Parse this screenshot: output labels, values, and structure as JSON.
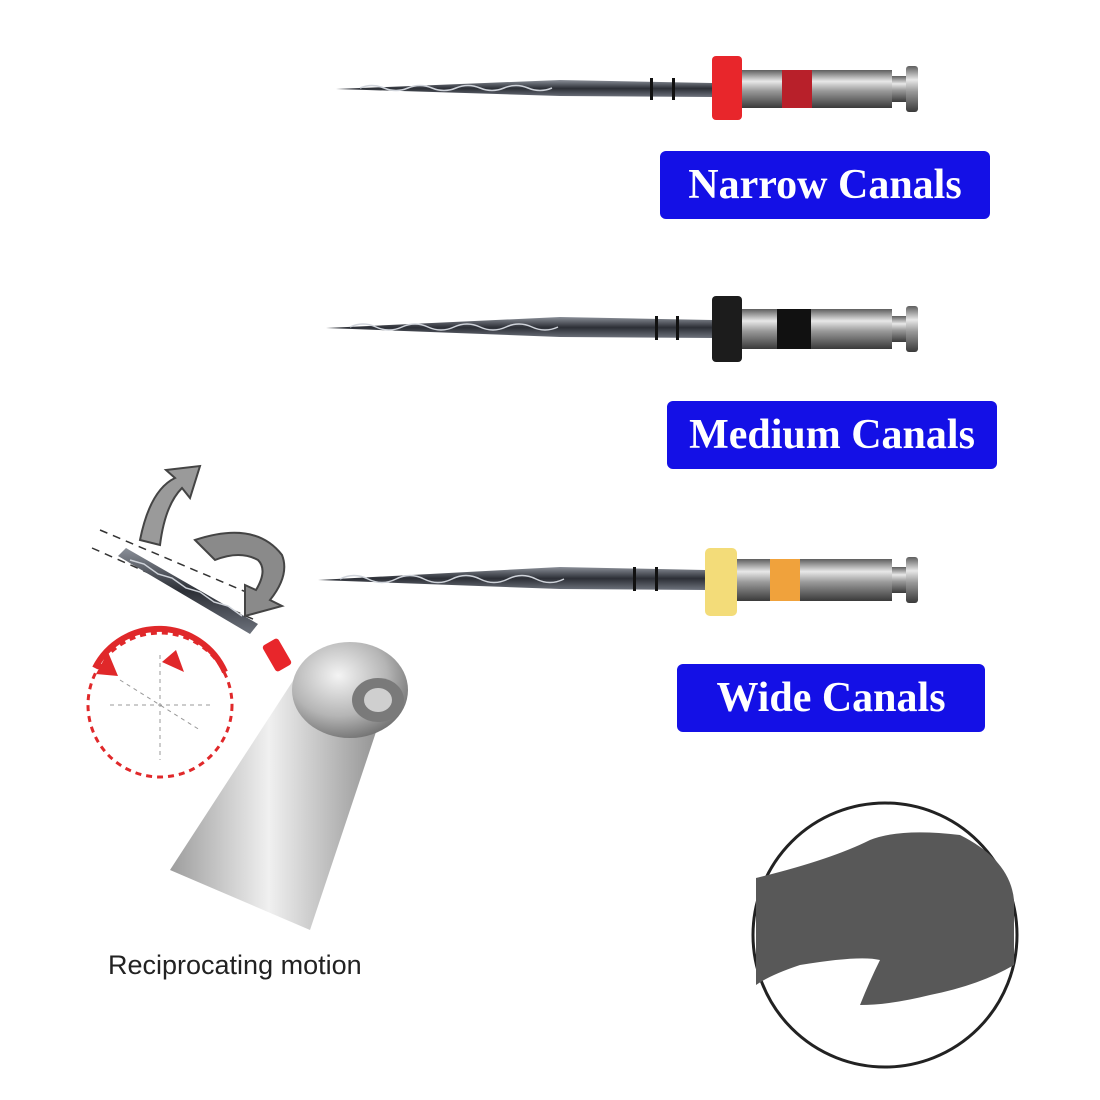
{
  "labels": {
    "narrow": "Narrow Canals",
    "medium": "Medium Canals",
    "wide": "Wide Canals"
  },
  "caption": "Reciprocating motion",
  "colors": {
    "label_bg": "#1410e6",
    "narrow_ring": "#e8262b",
    "medium_ring": "#1c1c1c",
    "wide_ring": "#f3dc79",
    "wide_band": "#f0a23c",
    "motion_arrow": "#e0282a",
    "cross_section": "#585858"
  },
  "files": [
    {
      "size": "narrow",
      "ring_color": "#e8262b",
      "band_color": "#b8202a"
    },
    {
      "size": "medium",
      "ring_color": "#1c1c1c",
      "band_color": "#111111"
    },
    {
      "size": "wide",
      "ring_color": "#f3dc79",
      "band_color": "#f0a23c"
    }
  ]
}
